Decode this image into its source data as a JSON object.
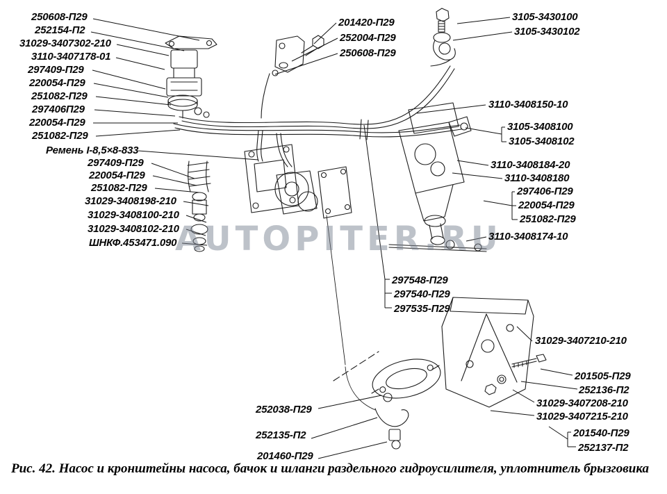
{
  "watermark": "AUTOPITER.RU",
  "caption": "Рис. 42. Насос и кронштейны насоса, бачок и шланги раздельного гидроусилителя, уплотнитель брызговика",
  "labels": [
    {
      "text": "250608-П29"
    },
    {
      "text": "252154-П2"
    },
    {
      "text": "31029-3407302-210"
    },
    {
      "text": "3110-3407178-01"
    },
    {
      "text": "297409-П29"
    },
    {
      "text": "220054-П29"
    },
    {
      "text": "251082-П29"
    },
    {
      "text": "297406П29"
    },
    {
      "text": "220054-П29"
    },
    {
      "text": "251082-П29"
    },
    {
      "text": "Ремень I-8,5×8-833"
    },
    {
      "text": "297409-П29"
    },
    {
      "text": "220054-П29"
    },
    {
      "text": "251082-П29"
    },
    {
      "text": "31029-3408198-210"
    },
    {
      "text": "31029-3408100-210"
    },
    {
      "text": "31029-3408102-210"
    },
    {
      "text": "ШНКФ.453471.090"
    },
    {
      "text": "201420-П29"
    },
    {
      "text": "252004-П29"
    },
    {
      "text": "250608-П29"
    },
    {
      "text": "3105-3430100"
    },
    {
      "text": "3105-3430102"
    },
    {
      "text": "3110-3408150-10"
    },
    {
      "text": "3105-3408100"
    },
    {
      "text": "3105-3408102"
    },
    {
      "text": "3110-3408184-20"
    },
    {
      "text": "3110-3408180"
    },
    {
      "text": "297406-П29"
    },
    {
      "text": "220054-П29"
    },
    {
      "text": "251082-П29"
    },
    {
      "text": "3110-3408174-10"
    },
    {
      "text": "297548-П29"
    },
    {
      "text": "297540-П29"
    },
    {
      "text": "297535-П29"
    },
    {
      "text": "31029-3407210-210"
    },
    {
      "text": "201505-П29"
    },
    {
      "text": "252136-П2"
    },
    {
      "text": "31029-3407208-210"
    },
    {
      "text": "31029-3407215-210"
    },
    {
      "text": "201540-П29"
    },
    {
      "text": "252137-П2"
    },
    {
      "text": "252038-П29"
    },
    {
      "text": "252135-П2"
    },
    {
      "text": "201460-П29"
    }
  ]
}
